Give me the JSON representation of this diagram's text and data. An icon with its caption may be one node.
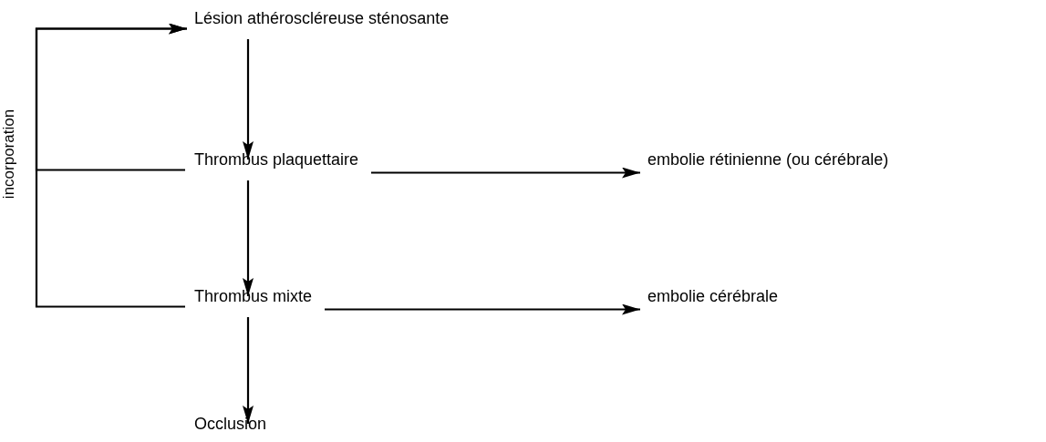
{
  "diagram": {
    "nodes": [
      {
        "text": [
          "Lésion athéroscléreuse sténosante"
        ]
      },
      {
        "text": [
          "Thrombus plaquettaire"
        ]
      },
      {
        "text": [
          "embolie rétinienne (ou cérébrale)"
        ]
      },
      {
        "text": [
          "Thrombus mixte"
        ]
      },
      {
        "text": [
          "embolie cérébrale"
        ]
      },
      {
        "text": [
          "Occlusion"
        ]
      }
    ],
    "edges": [
      {
        "from": 0,
        "to": 1,
        "arrow": "to"
      },
      {
        "from": 1,
        "to": 2,
        "arrow": "to"
      },
      {
        "from": 1,
        "to": 3,
        "arrow": "to"
      },
      {
        "from": 3,
        "to": 4,
        "arrow": "to"
      },
      {
        "from": 3,
        "to": 5,
        "arrow": "to"
      },
      {
        "from": 1,
        "to": 0,
        "arrow": "to",
        "label": "incorporation"
      },
      {
        "from": 3,
        "to": 0,
        "arrow": "to"
      }
    ]
  }
}
